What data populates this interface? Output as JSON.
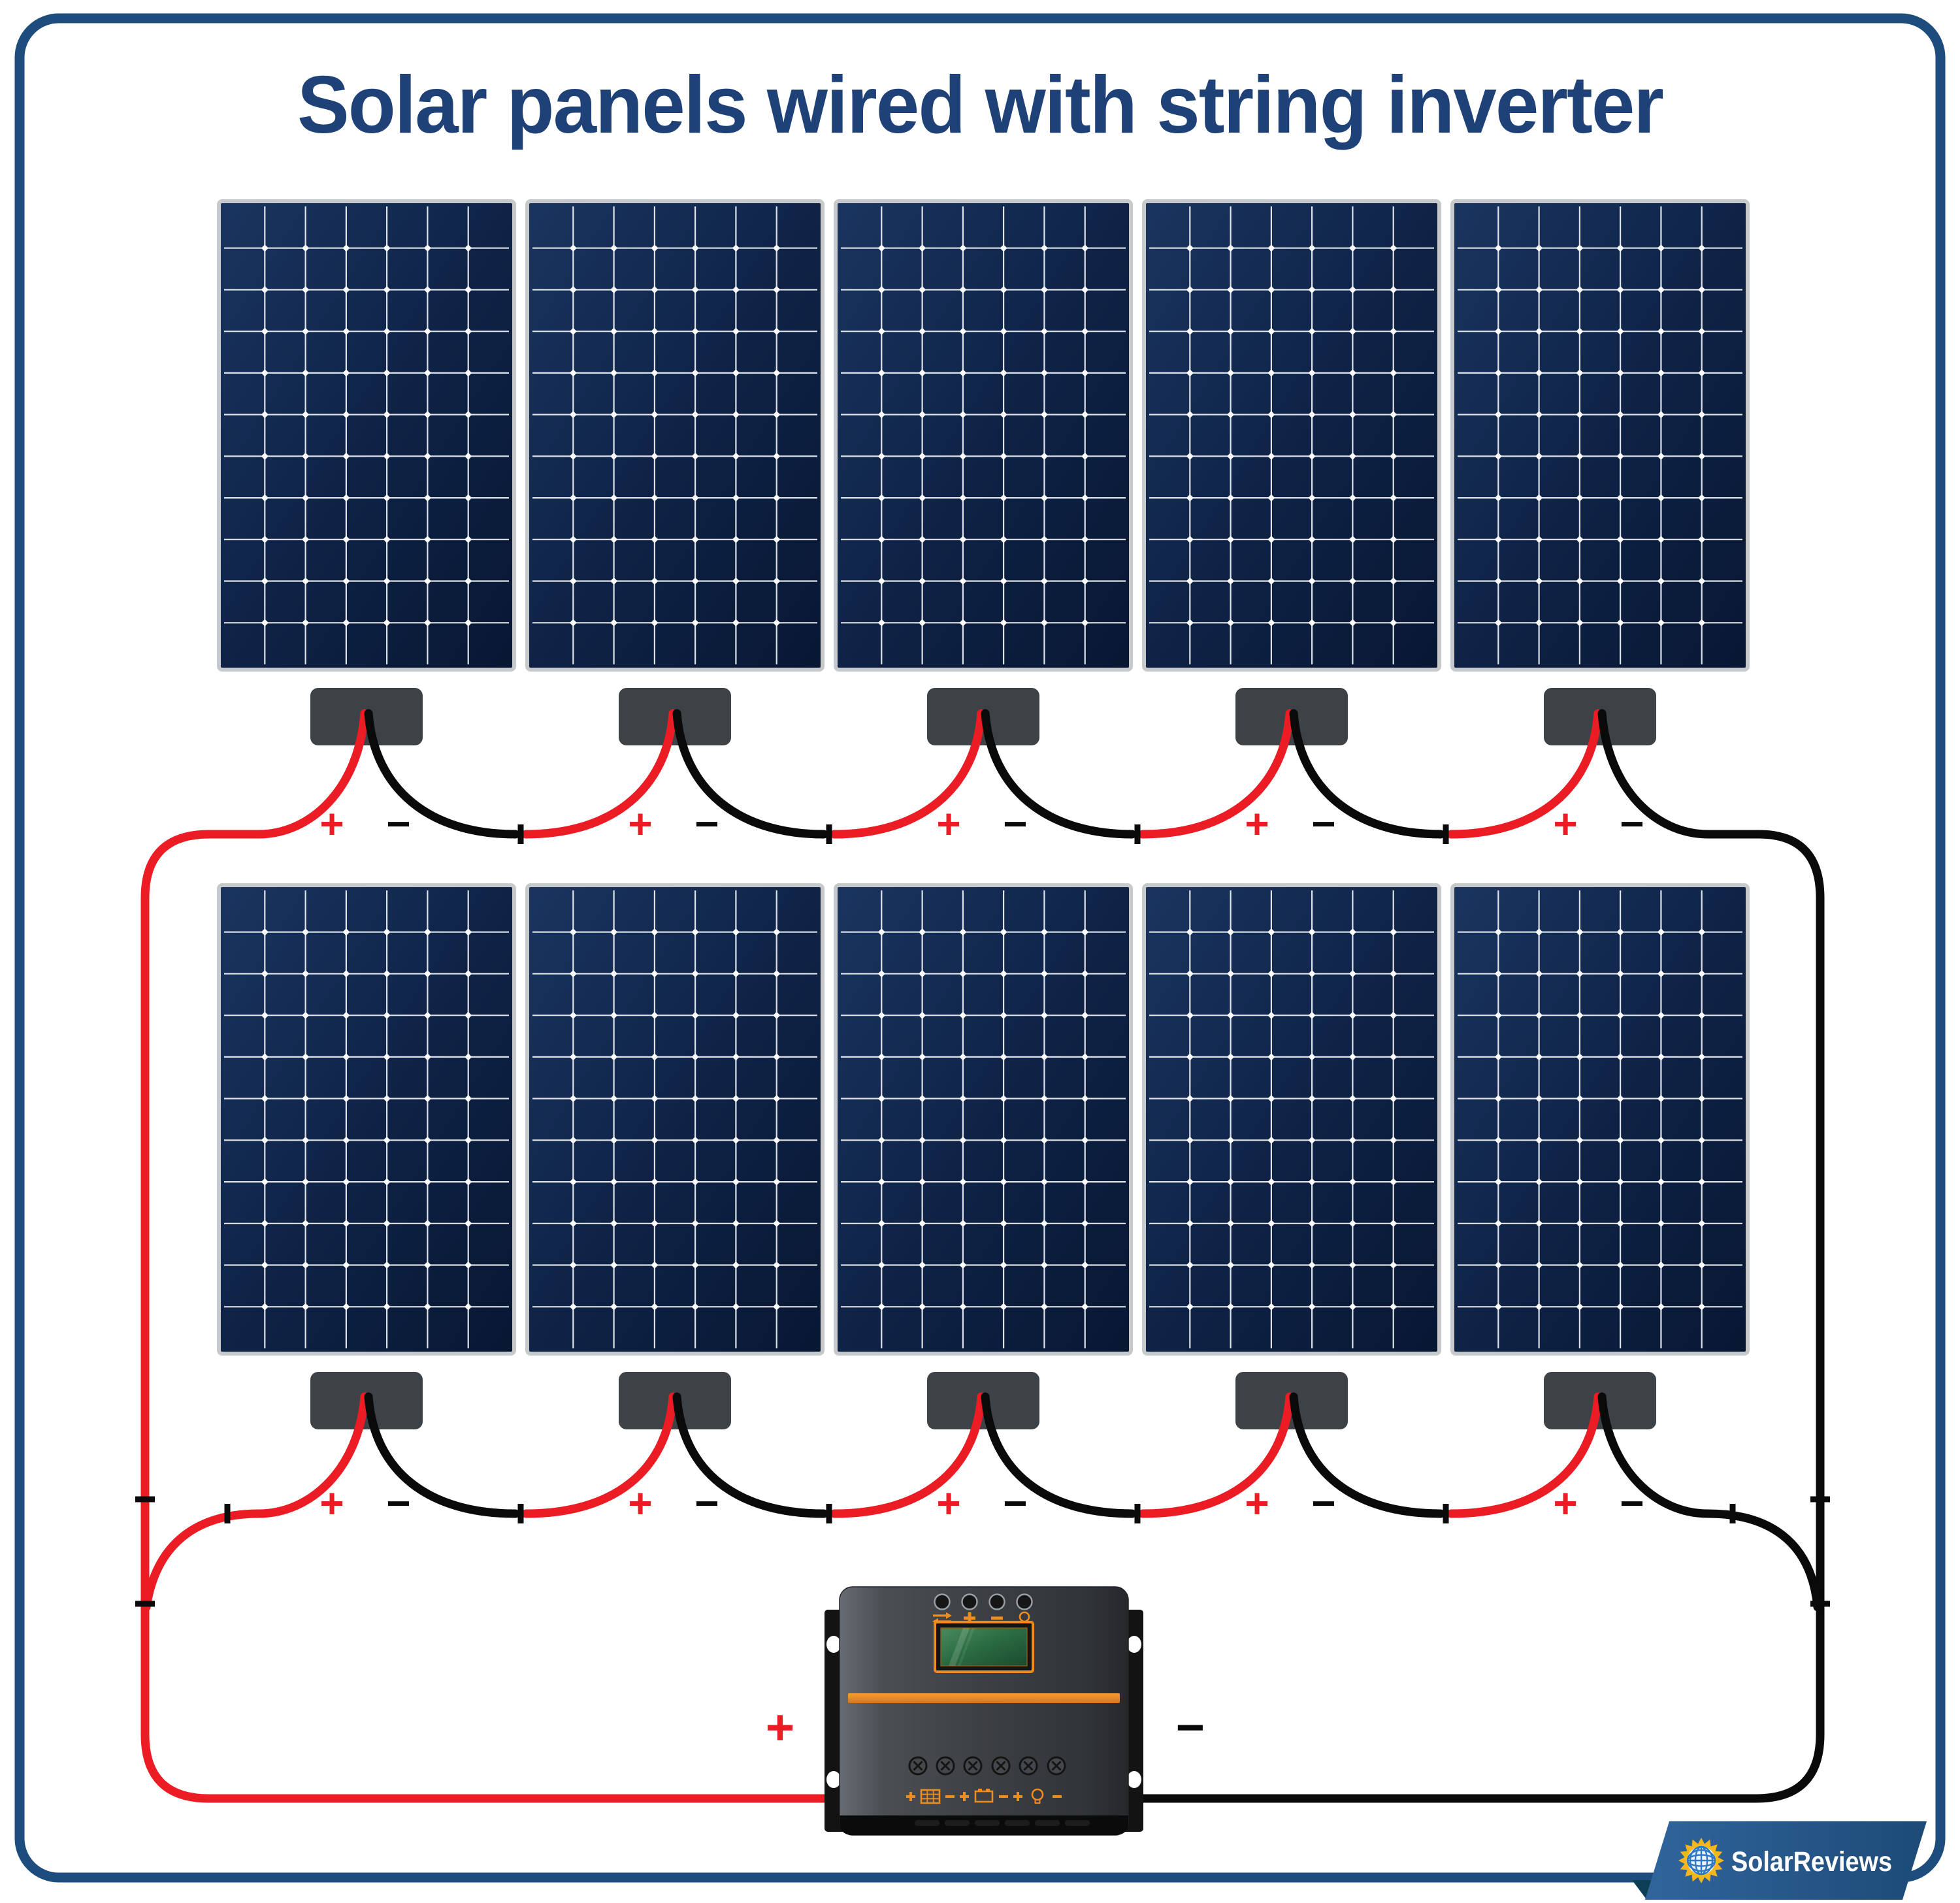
{
  "title": "Solar panels wired with string inverter",
  "logo": {
    "text": "SolarReviews"
  },
  "labels": {
    "positive": "+",
    "negative": "−",
    "inverter_positive": "+",
    "inverter_negative": "−"
  },
  "colors": {
    "frame": "#1d4d7c",
    "title": "#1e4178",
    "panel_line": "#e9edf2",
    "panel_border": "#c7cacd",
    "junction_box": "#3d4247",
    "wire_positive": "#ec1c24",
    "wire_negative": "#0a0a0a",
    "accent_orange": "#ef8c1e",
    "ribbon_fold": "#0c3e55",
    "sun_yellow": "#f5b51d",
    "globe_blue": "#2f79c4",
    "logo_text": "#ffffff"
  },
  "array": {
    "rows": 2,
    "panels_per_row": 5,
    "panel_grid": {
      "columns": 7,
      "rows": 11
    },
    "junction_boxes": 10
  },
  "inverter": {
    "buttons": 4,
    "screws": 6,
    "button_icons": [
      "swap-arrows-icon",
      "plus-icon",
      "minus-icon",
      "lamp-icon"
    ],
    "terminal_icons": [
      "pv-terminal-icon",
      "battery-terminal-icon",
      "load-terminal-icon"
    ]
  }
}
